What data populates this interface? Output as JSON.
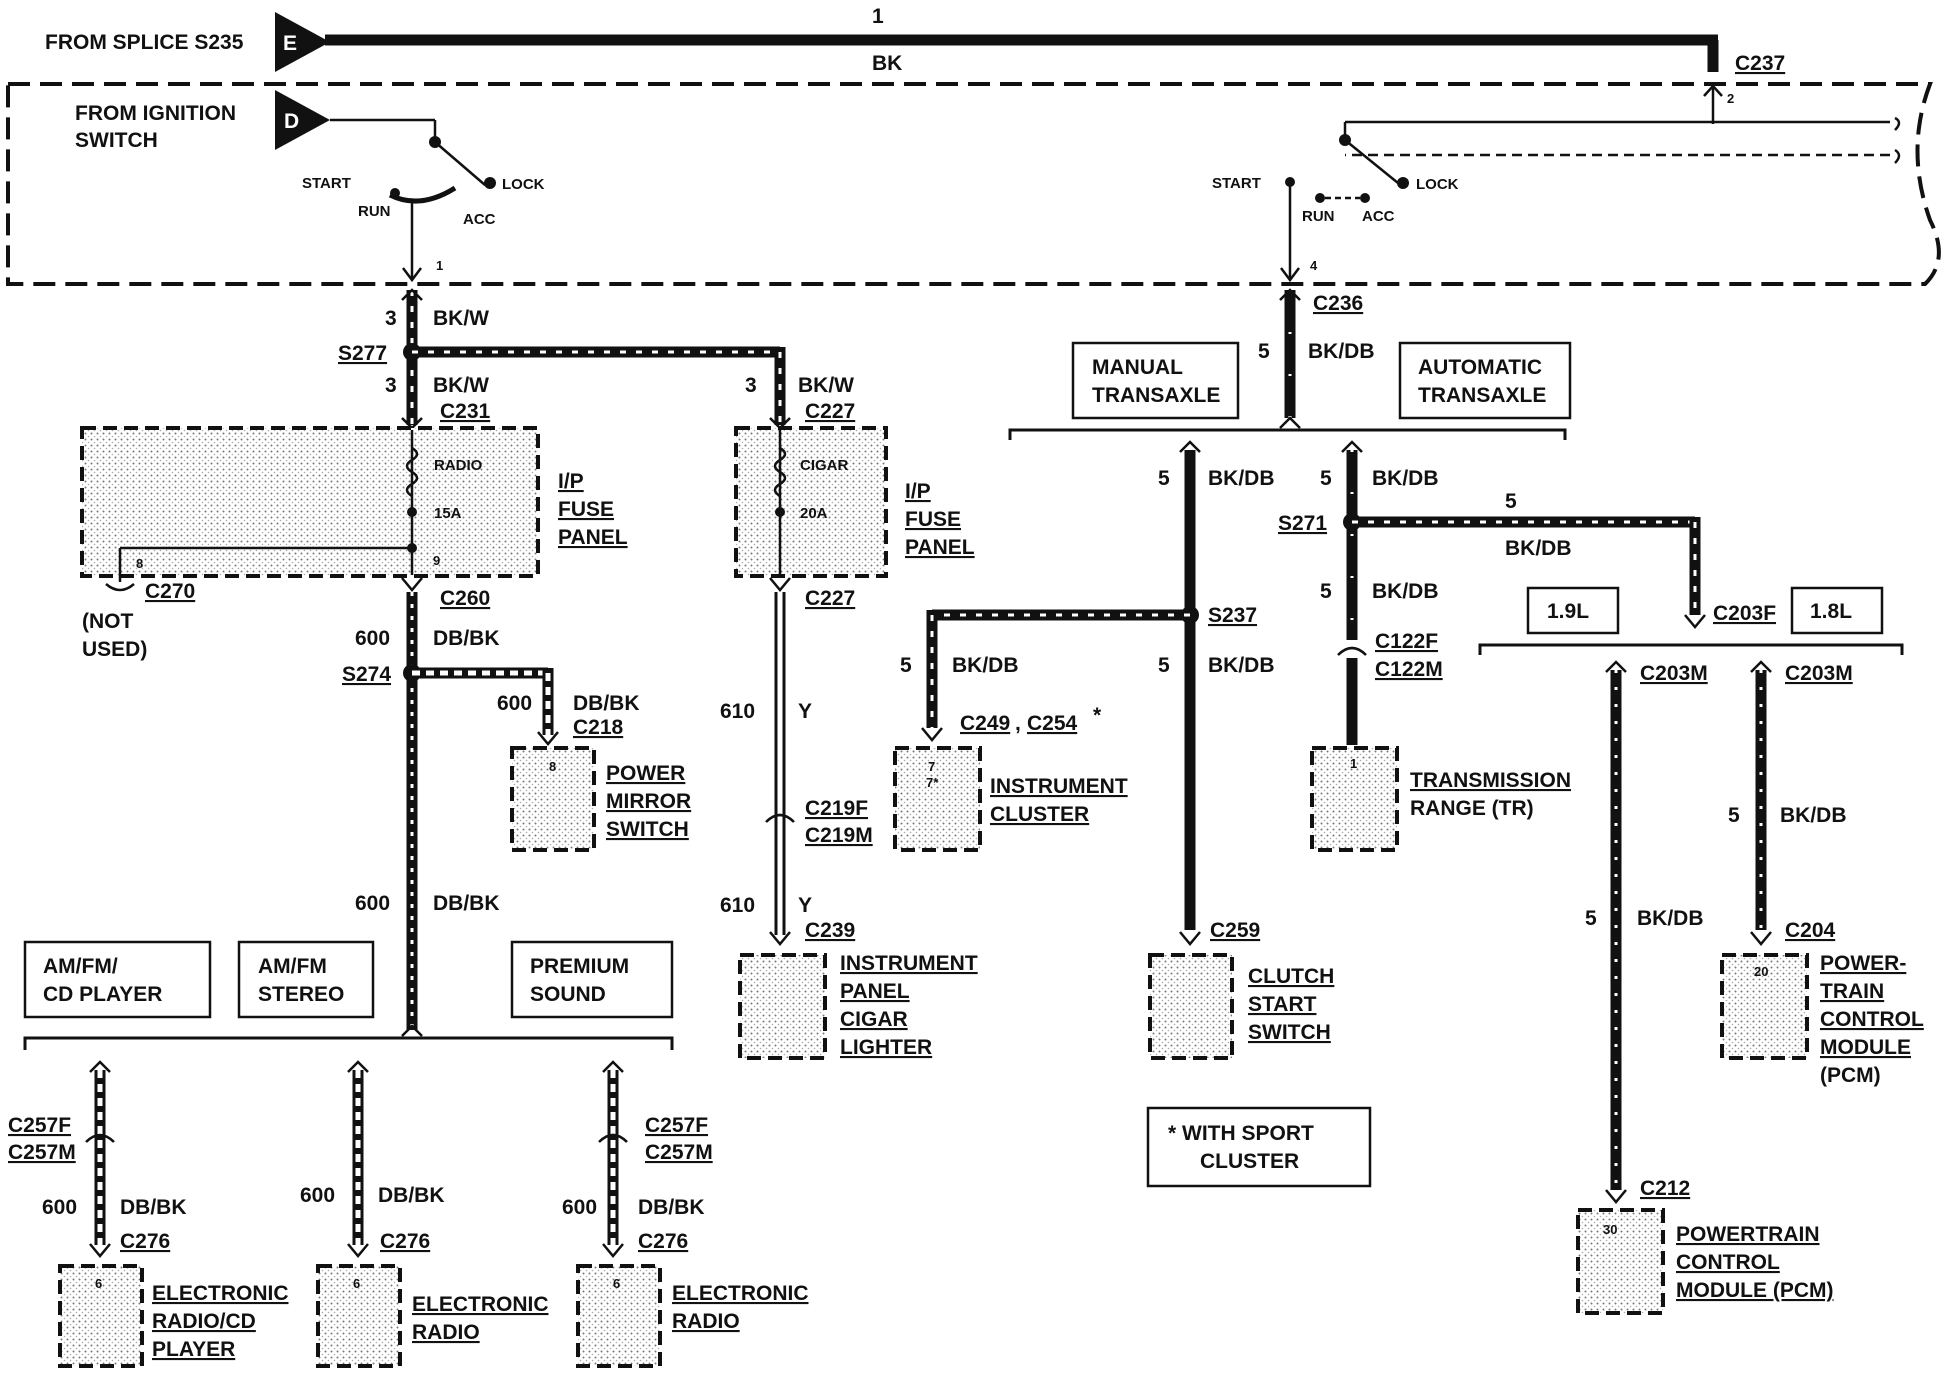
{
  "ignition": {
    "from_splice": "FROM SPLICE S235",
    "splice_letter": "E",
    "from_switch_line1": "FROM IGNITION",
    "from_switch_line2": "SWITCH",
    "switch_letter": "D",
    "wire_top_num": "1",
    "wire_top_color": "BK",
    "c237": "C237",
    "c237_pin": "2",
    "start": "START",
    "lock": "LOCK",
    "run": "RUN",
    "acc": "ACC",
    "pin_left": "1",
    "pin_right": "4"
  },
  "left_branch": {
    "w3": "3",
    "bkw": "BK/W",
    "s277": "S277",
    "c231": "C231",
    "fuse_radio": "RADIO",
    "fuse_radio_amp": "15A",
    "fuse_pin_a": "8",
    "fuse_pin_b": "9",
    "ip_fuse_1": "I/P",
    "ip_fuse_2": "FUSE",
    "ip_fuse_3": "PANEL",
    "c270": "C270",
    "not_used_1": "(NOT",
    "not_used_2": "USED)",
    "c260": "C260",
    "w600": "600",
    "dbbk": "DB/BK",
    "s274": "S274",
    "c218": "C218",
    "mirror_pin": "8",
    "mirror_1": "POWER",
    "mirror_2": "MIRROR",
    "mirror_3": "SWITCH"
  },
  "cigar_branch": {
    "w3": "3",
    "bkw": "BK/W",
    "c227_top": "C227",
    "fuse_cigar": "CIGAR",
    "fuse_cigar_amp": "20A",
    "ip_fuse_1": "I/P",
    "ip_fuse_2": "FUSE",
    "ip_fuse_3": "PANEL",
    "c227_bot": "C227",
    "w610": "610",
    "y": "Y",
    "c219f": "C219F",
    "c219m": "C219M",
    "c239": "C239",
    "lighter_1": "INSTRUMENT",
    "lighter_2": "PANEL",
    "lighter_3": "CIGAR",
    "lighter_4": "LIGHTER"
  },
  "radio_options": {
    "opt1_1": "AM/FM/",
    "opt1_2": "CD PLAYER",
    "opt2_1": "AM/FM",
    "opt2_2": "STEREO",
    "opt3_1": "PREMIUM",
    "opt3_2": "SOUND",
    "c257f": "C257F",
    "c257m": "C257M",
    "w600": "600",
    "dbbk": "DB/BK",
    "c276": "C276",
    "pin6": "6",
    "radio_cd_1": "ELECTRONIC",
    "radio_cd_2": "RADIO/CD",
    "radio_cd_3": "PLAYER",
    "radio_1": "ELECTRONIC",
    "radio_2": "RADIO"
  },
  "transaxle": {
    "c236": "C236",
    "w5": "5",
    "bkdb": "BK/DB",
    "manual_1": "MANUAL",
    "manual_2": "TRANSAXLE",
    "auto_1": "AUTOMATIC",
    "auto_2": "TRANSAXLE",
    "s237": "S237",
    "s271": "S271",
    "c249": "C249",
    "c254": "C254",
    "star": "*",
    "ic_pin_a": "7",
    "ic_pin_b": "7*",
    "ic_1": "INSTRUMENT",
    "ic_2": "CLUSTER",
    "c259": "C259",
    "clutch_1": "CLUTCH",
    "clutch_2": "START",
    "clutch_3": "SWITCH",
    "c122f": "C122F",
    "c122m": "C122M",
    "tr_pin": "1",
    "tr_1": "TRANSMISSION",
    "tr_2": "RANGE (TR)",
    "note_1": "*  WITH SPORT",
    "note_2": "CLUSTER"
  },
  "engine": {
    "e19": "1.9L",
    "e18": "1.8L",
    "c203f": "C203F",
    "c203m": "C203M",
    "w5": "5",
    "bkdb": "BK/DB",
    "c204": "C204",
    "pcm_pin_a": "20",
    "pcm1_1": "POWER-",
    "pcm1_2": "TRAIN",
    "pcm1_3": "CONTROL",
    "pcm1_4": "MODULE",
    "pcm1_5": "(PCM)",
    "c212": "C212",
    "pcm_pin_b": "30",
    "pcm2_1": "POWERTRAIN",
    "pcm2_2": "CONTROL",
    "pcm2_3": "MODULE (PCM)"
  }
}
